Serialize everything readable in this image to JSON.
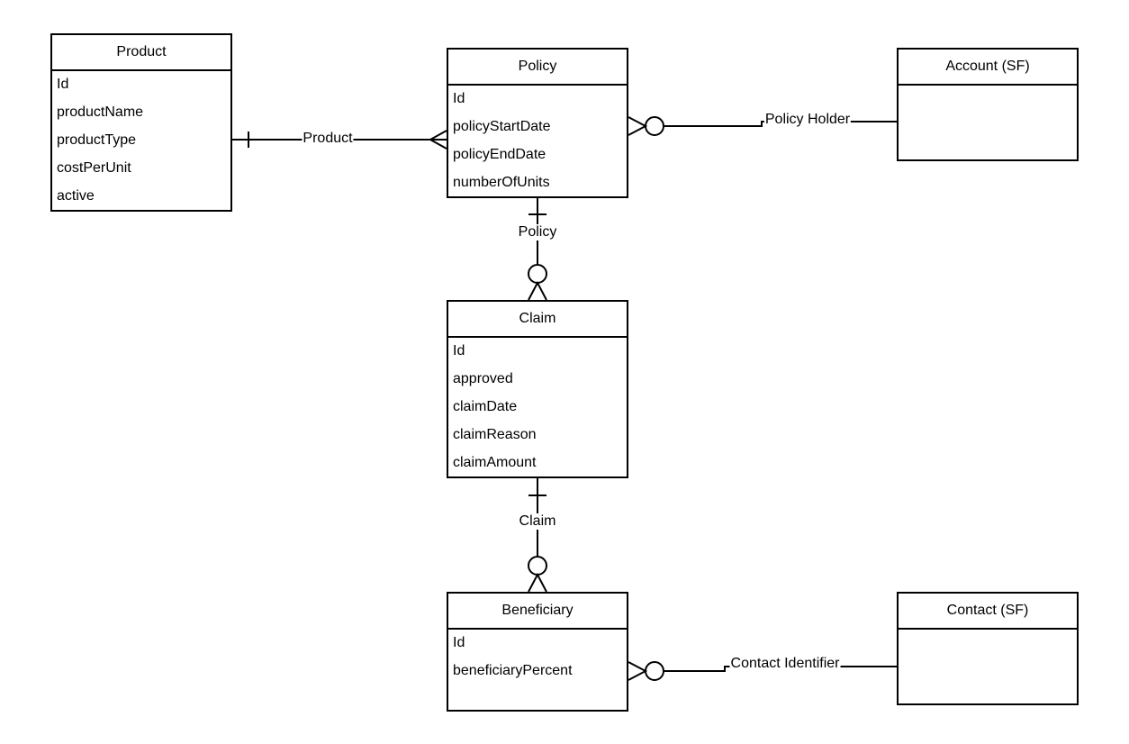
{
  "diagram": {
    "entities": [
      {
        "key": "product",
        "name": "Product",
        "attributes": [
          "Id",
          "productName",
          "productType",
          "costPerUnit",
          "active"
        ]
      },
      {
        "key": "policy",
        "name": "Policy",
        "attributes": [
          "Id",
          "policyStartDate",
          "policyEndDate",
          "numberOfUnits"
        ]
      },
      {
        "key": "account",
        "name": "Account (SF)",
        "attributes": []
      },
      {
        "key": "claim",
        "name": "Claim",
        "attributes": [
          "Id",
          "approved",
          "claimDate",
          "claimReason",
          "claimAmount"
        ]
      },
      {
        "key": "beneficiary",
        "name": "Beneficiary",
        "attributes": [
          "Id",
          "beneficiaryPercent"
        ]
      },
      {
        "key": "contact",
        "name": "Contact (SF)",
        "attributes": []
      }
    ],
    "relationships": [
      {
        "key": "product-policy",
        "label": "Product",
        "from": "product",
        "from_cardinality": "one",
        "to": "policy",
        "to_cardinality": "many"
      },
      {
        "key": "policy-account",
        "label": "Policy Holder",
        "from": "account",
        "from_cardinality": "unspecified",
        "to": "policy",
        "to_cardinality": "zero-or-many"
      },
      {
        "key": "policy-claim",
        "label": "Policy",
        "from": "policy",
        "from_cardinality": "one",
        "to": "claim",
        "to_cardinality": "zero-or-many"
      },
      {
        "key": "claim-beneficiary",
        "label": "Claim",
        "from": "claim",
        "from_cardinality": "one",
        "to": "beneficiary",
        "to_cardinality": "zero-or-many"
      },
      {
        "key": "beneficiary-contact",
        "label": "Contact Identifier",
        "from": "contact",
        "from_cardinality": "unspecified",
        "to": "beneficiary",
        "to_cardinality": "zero-or-many"
      }
    ]
  }
}
